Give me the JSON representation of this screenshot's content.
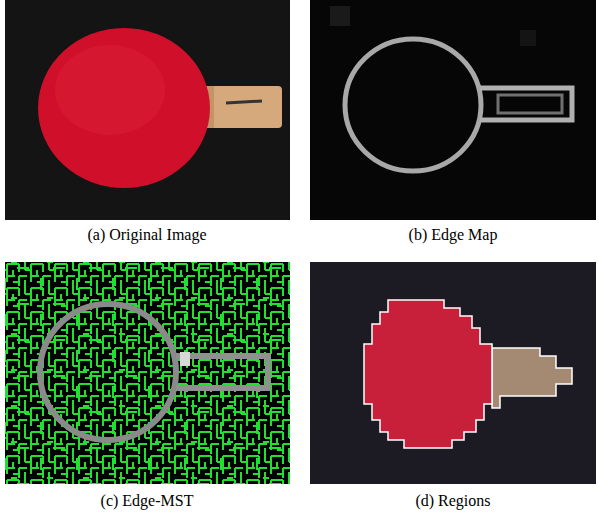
{
  "diagram": {
    "labels": [
      "(a) Original Image",
      "(b) Edge Map",
      "(c) Edge-MST",
      "(d) Regions"
    ]
  }
}
